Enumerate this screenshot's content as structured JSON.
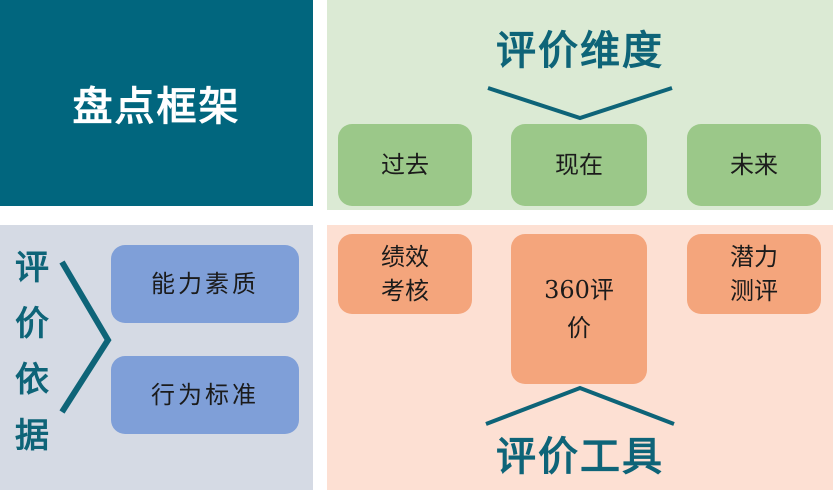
{
  "framework": {
    "title": "盘点框架"
  },
  "dimensions": {
    "title": "评价维度",
    "items": [
      "过去",
      "现在",
      "未来"
    ]
  },
  "basis": {
    "title": "评价依据",
    "items": [
      "能力素质",
      "行为标准"
    ]
  },
  "tools": {
    "title": "评价工具",
    "items": [
      {
        "line1": "绩效",
        "line2": "考核"
      },
      {
        "line1": "360评",
        "line2": "价"
      },
      {
        "line1": "潜力",
        "line2": "测评"
      }
    ]
  },
  "colors": {
    "teal": "#01667e",
    "heading": "#0e6478",
    "green_panel": "#dbead4",
    "green_box": "#9bc889",
    "blue_panel": "#d5dae4",
    "blue_box": "#7f9fd8",
    "orange_panel": "#fde0d3",
    "orange_box": "#f4a57c"
  }
}
